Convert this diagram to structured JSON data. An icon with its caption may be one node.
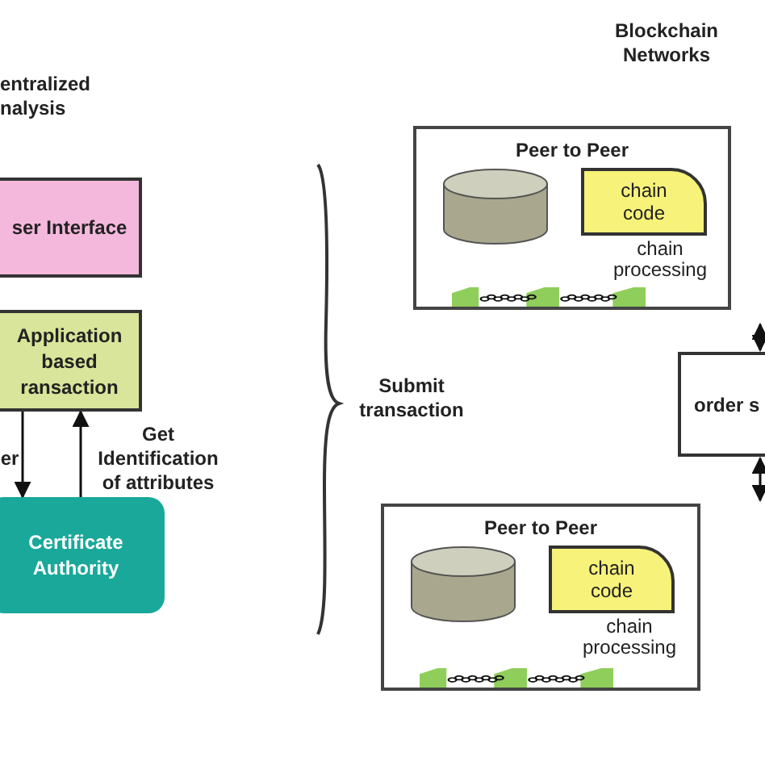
{
  "diagram": {
    "nodes": [
      {
        "text": [
          "ser Interface"
        ]
      },
      {
        "text": [
          "Application based ransaction"
        ]
      },
      {
        "text": [
          "Certificate Authority"
        ]
      },
      {
        "text": [
          "Peer to Peer",
          "chain processing"
        ]
      },
      {
        "text": [
          "chain code"
        ],
        "in": 3
      },
      {
        "text": [
          "Peer to Peer",
          "chain processing"
        ]
      },
      {
        "text": [
          "chain code"
        ],
        "in": 5
      },
      {
        "text": [
          "order s"
        ]
      }
    ],
    "edges": [
      {
        "from": 1,
        "to": 2,
        "arrow": "to",
        "label": "er"
      },
      {
        "from": 2,
        "to": 1,
        "arrow": "to",
        "label": "Get Identification of attributes"
      },
      {
        "from": null,
        "to": 7,
        "arrow": "both"
      },
      {
        "from": 7,
        "to": null,
        "arrow": "both"
      }
    ],
    "labels": [
      "entralized nalysis",
      "Blockchain Networks",
      "Submit transaction"
    ]
  }
}
